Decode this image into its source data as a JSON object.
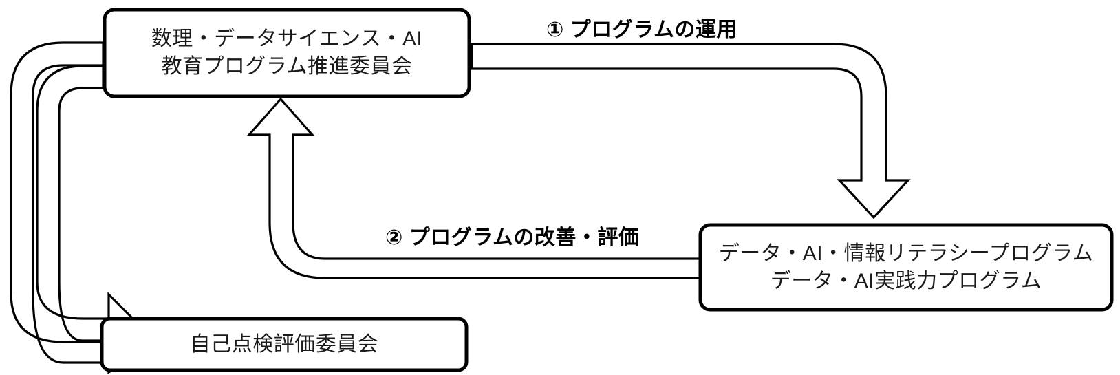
{
  "diagram": {
    "type": "cycle-flow-diagram",
    "background_color": "#ffffff",
    "line_color": "#000000",
    "text_color": "#1a1a1a",
    "boxes": [
      {
        "id": "committee",
        "lines": [
          "数理・データサイエンス・AI",
          "教育プログラム推進委員会"
        ]
      },
      {
        "id": "programs",
        "lines": [
          "データ・AI・情報リテラシープログラム",
          "データ・AI実践力プログラム"
        ]
      },
      {
        "id": "self-check",
        "lines": [
          "自己点検評価委員会"
        ]
      }
    ],
    "edge_labels": [
      {
        "id": "flow-1",
        "text": "① プログラムの運用"
      },
      {
        "id": "flow-2",
        "text": "② プログラムの改善・評価"
      }
    ]
  }
}
